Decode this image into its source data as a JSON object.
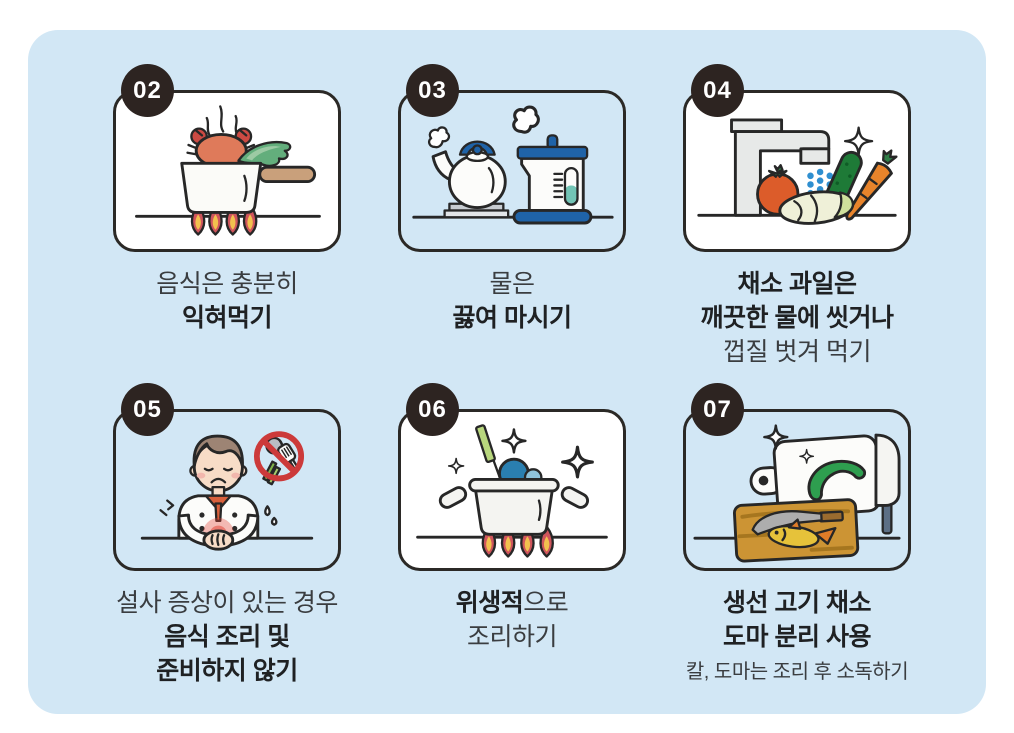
{
  "theme": {
    "page_bg": "#ffffff",
    "panel_bg": "#d2e7f5",
    "card_bg": "#ffffff",
    "card_border": "#2b2926",
    "badge_bg": "#2d2421",
    "badge_text": "#ffffff",
    "text_regular": "#3a3d40",
    "text_bold": "#1f2123",
    "accent_blue": "#1f63a8",
    "water_blue": "#2f8fd0",
    "flame_red": "#cf555c",
    "flame_core_yellow": "#f2c14e",
    "prohibition_red": "#cc3a3a",
    "teal_gauge": "#72c4b5"
  },
  "cards": [
    {
      "number": "02",
      "illustration": "boiling-pot-with-crab",
      "caption": {
        "line1": "음식은 충분히",
        "line2": "익혀먹기"
      }
    },
    {
      "number": "03",
      "illustration": "kettle-and-electric-pot-boiling-water",
      "caption": {
        "line1": "물은",
        "line2": "끓여 마시기"
      }
    },
    {
      "number": "04",
      "illustration": "washing-vegetables-under-faucet",
      "caption": {
        "line1": "채소 과일은",
        "line2": "깨끗한 물에 씻거나",
        "line3": "껍질 벗겨 먹기"
      }
    },
    {
      "number": "05",
      "illustration": "sick-chef-no-cooking",
      "caption": {
        "line1": "설사 증상이 있는 경우",
        "line2": "음식 조리 및",
        "line3": "준비하지 않기"
      }
    },
    {
      "number": "06",
      "illustration": "sanitary-cooking-pot",
      "caption": {
        "line1_bold": "위생적",
        "line1_rest": "으로",
        "line2": "조리하기"
      }
    },
    {
      "number": "07",
      "illustration": "separate-cutting-boards-fish-meat-vegetable",
      "caption": {
        "line1": "생선 고기 채소",
        "line2": "도마 분리 사용",
        "note": "칼, 도마는 조리 후 소독하기"
      }
    }
  ]
}
